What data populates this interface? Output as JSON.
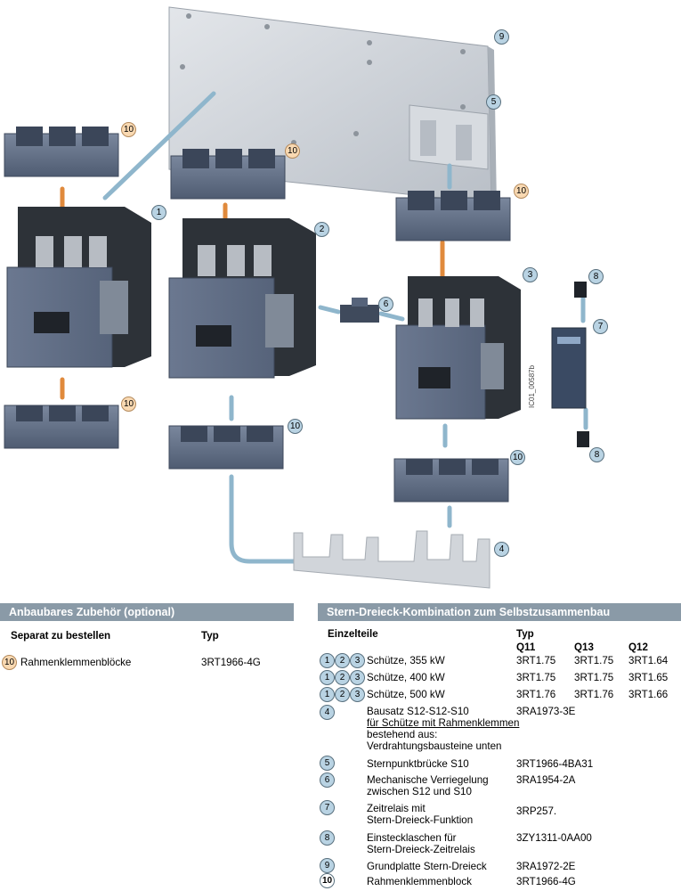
{
  "colors": {
    "header_bg": "#8a9aa7",
    "callout_blue": "#b9d3e3",
    "callout_orange": "#f9d9b2",
    "block_body": "#5d6b82",
    "link_orange": "#e08a3c",
    "link_blue": "#8fb6cc"
  },
  "diagram": {
    "callouts": [
      {
        "num": "9"
      },
      {
        "num": "5"
      },
      {
        "num": "10"
      },
      {
        "num": "10"
      },
      {
        "num": "10"
      },
      {
        "num": "1"
      },
      {
        "num": "2"
      },
      {
        "num": "3"
      },
      {
        "num": "6"
      },
      {
        "num": "8"
      },
      {
        "num": "7"
      },
      {
        "num": "10"
      },
      {
        "num": "10"
      },
      {
        "num": "10"
      },
      {
        "num": "8"
      },
      {
        "num": "4"
      }
    ],
    "image_code": "IC01_00587b"
  },
  "left_panel": {
    "header": "Anbaubares Zubehör (optional)",
    "col_part": "Separat zu bestellen",
    "col_type": "Typ",
    "items": [
      {
        "num": "10",
        "label": "Rahmenklemmenblöcke",
        "type": "3RT1966-4G"
      }
    ]
  },
  "right_panel": {
    "header": "Stern-Dreieck-Kombination zum Selbstzusammenbau",
    "col_part": "Einzelteile",
    "col_type": "Typ",
    "col_q11": "Q11",
    "col_q13": "Q13",
    "col_q12": "Q12",
    "contactors": [
      {
        "label": "Schütze, 355 kW",
        "q11": "3RT1.75",
        "q13": "3RT1.75",
        "q12": "3RT1.64"
      },
      {
        "label": "Schütze, 400 kW",
        "q11": "3RT1.75",
        "q13": "3RT1.75",
        "q12": "3RT1.65"
      },
      {
        "label": "Schütze, 500 kW",
        "q11": "3RT1.76",
        "q13": "3RT1.76",
        "q12": "3RT1.66"
      }
    ],
    "contactor_nums": [
      "1",
      "2",
      "3"
    ],
    "item4": {
      "num": "4",
      "line1": "Bausatz S12-S12-S10",
      "line2": "für Schütze mit Rahmenklemmen",
      "line3": "bestehend aus:",
      "line4": "Verdrahtungsbausteine unten",
      "type": "3RA1973-3E"
    },
    "item5": {
      "num": "5",
      "line1": "Sternpunktbrücke S10",
      "type": "3RT1966-4BA31"
    },
    "item6": {
      "num": "6",
      "line1": "Mechanische Verriegelung",
      "line2": "zwischen S12 und S10",
      "type": "3RA1954-2A"
    },
    "item7": {
      "num": "7",
      "line1": "Zeitrelais mit",
      "line2": "Stern-Dreieck-Funktion",
      "type": "3RP257."
    },
    "item8": {
      "num": "8",
      "line1": "Einstecklaschen für",
      "line2": "Stern-Dreieck-Zeitrelais",
      "type": "3ZY1311-0AA00"
    },
    "item9": {
      "num": "9",
      "line1": "Grundplatte Stern-Dreieck",
      "type": "3RA1972-2E"
    },
    "item10": {
      "num": "10",
      "line1": "Rahmenklemmenblock",
      "type": "3RT1966-4G"
    }
  }
}
